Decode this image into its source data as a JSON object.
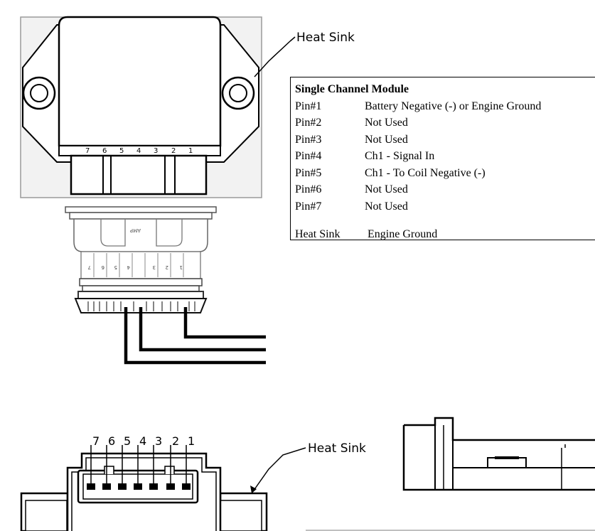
{
  "top_view": {
    "heat_sink_label": "Heat Sink",
    "pin_numbers": [
      "7",
      "6",
      "5",
      "4",
      "3",
      "2",
      "1"
    ]
  },
  "table": {
    "title": "Single Channel Module",
    "rows": [
      {
        "pin": "Pin#1",
        "desc": "Battery Negative (-) or Engine Ground"
      },
      {
        "pin": "Pin#2",
        "desc": "Not Used"
      },
      {
        "pin": "Pin#3",
        "desc": "Not Used"
      },
      {
        "pin": "Pin#4",
        "desc": "Ch1 - Signal In"
      },
      {
        "pin": "Pin#5",
        "desc": "Ch1 - To Coil Negative (-)"
      },
      {
        "pin": "Pin#6",
        "desc": "Not Used"
      },
      {
        "pin": "Pin#7",
        "desc": "Not Used"
      }
    ],
    "heat_sink": {
      "pin": "Heat Sink",
      "desc": "Engine Ground"
    }
  },
  "connector": {
    "brand_text": "AMP",
    "pin_numbers": [
      "7",
      "6",
      "5",
      "4",
      "3",
      "2",
      "1"
    ]
  },
  "front_view": {
    "heat_sink_label": "Heat Sink",
    "pin_numbers": [
      "7",
      "6",
      "5",
      "4",
      "3",
      "2",
      "1"
    ]
  }
}
